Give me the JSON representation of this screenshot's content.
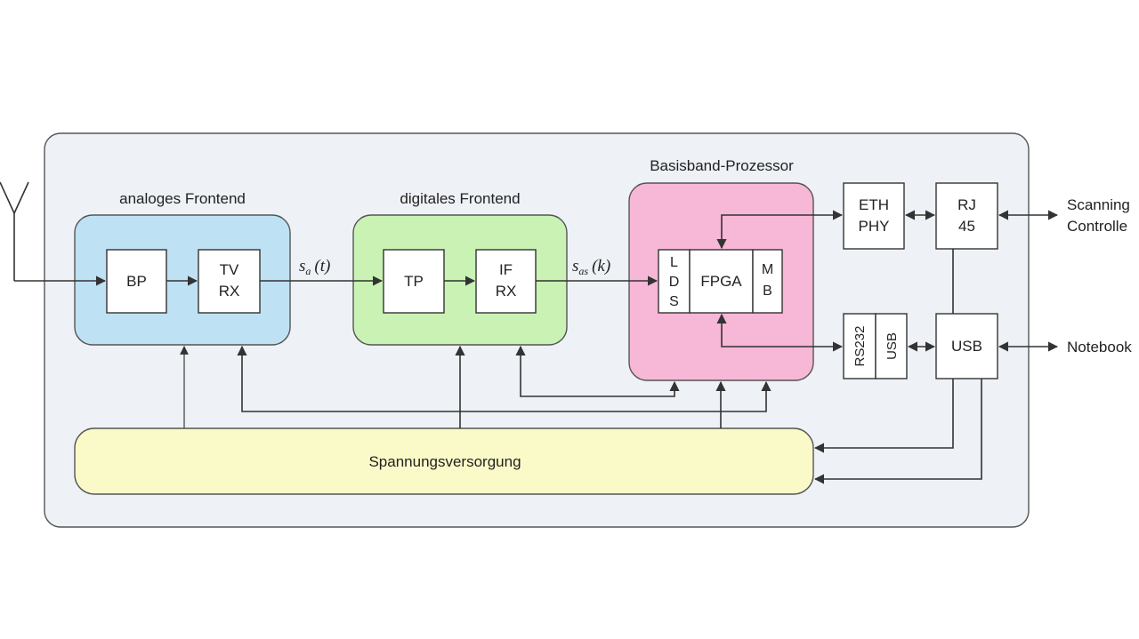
{
  "colors": {
    "outer": "#eef1f6",
    "analog": "#bfe1f4",
    "digital": "#c9f2b4",
    "baseband": "#f7b7d6",
    "supply": "#fafac8"
  },
  "groups": {
    "analog": "analoges Frontend",
    "digital": "digitales Frontend",
    "baseband": "Basisband-Prozessor"
  },
  "blocks": {
    "bp": "BP",
    "tvrx_1": "TV",
    "tvrx_2": "RX",
    "tp": "TP",
    "ifrx_1": "IF",
    "ifrx_2": "RX",
    "lds": [
      "L",
      "D",
      "S"
    ],
    "fpga": "FPGA",
    "mb": [
      "M",
      "B"
    ],
    "eth_1": "ETH",
    "eth_2": "PHY",
    "rj_1": "RJ",
    "rj_2": "45",
    "rs232": "RS232",
    "usb_small": "USB",
    "usb_port": "USB",
    "supply": "Spannungsversorgung"
  },
  "signals": {
    "s_a_base": "s",
    "s_a_sub": "a",
    "s_a_arg": "(t)",
    "s_as_base": "s",
    "s_as_sub": "as",
    "s_as_arg": "(k)"
  },
  "external": {
    "scanning_1": "Scanning",
    "scanning_2": "Controlle",
    "notebook": "Notebook"
  }
}
